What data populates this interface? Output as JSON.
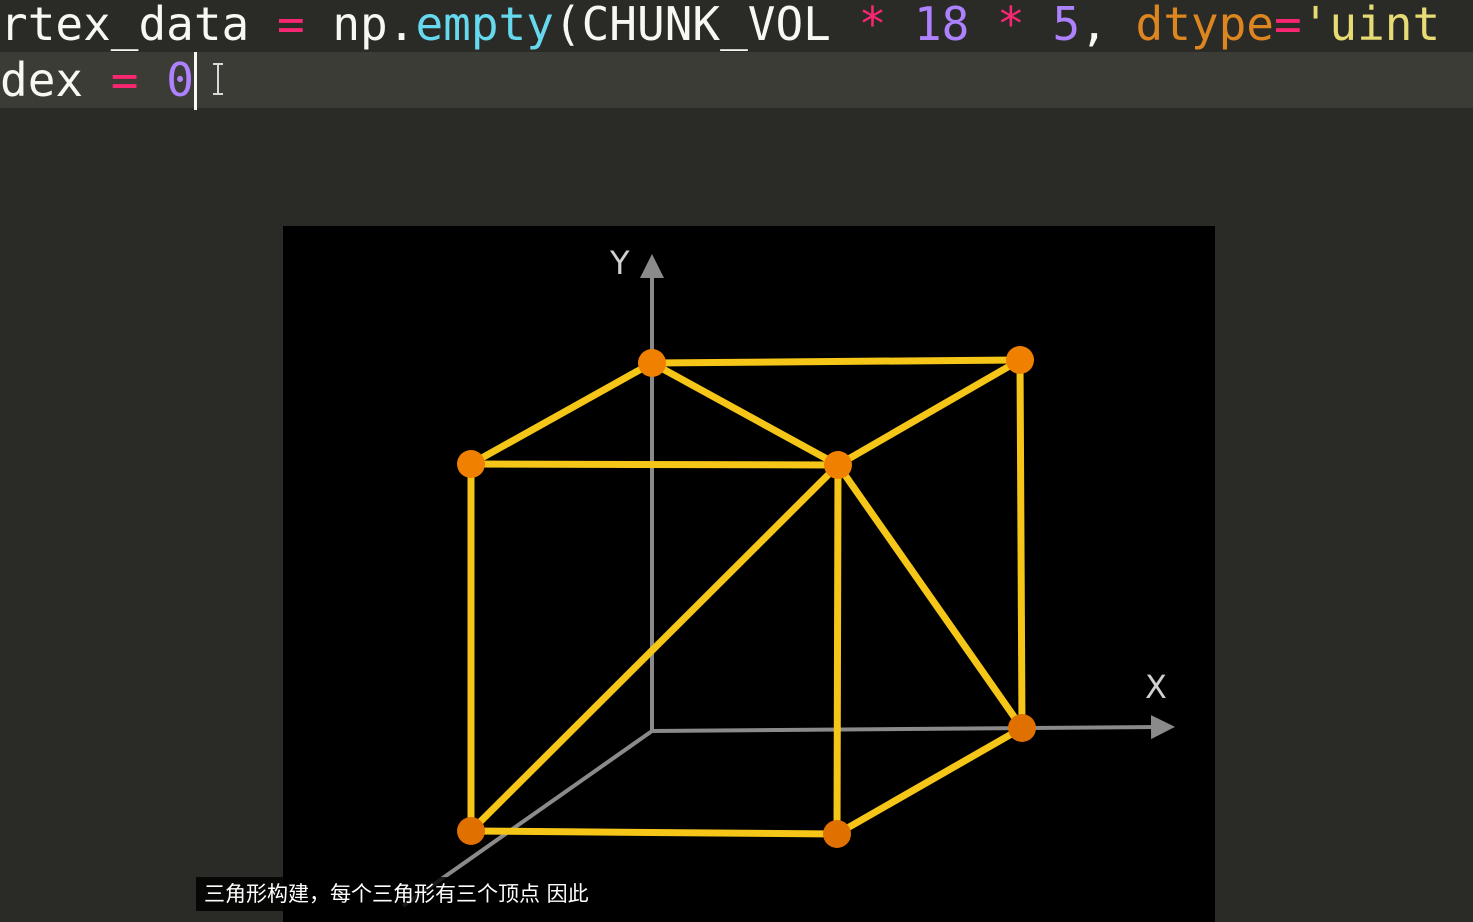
{
  "editor": {
    "line1": {
      "t1": "rtex_data",
      "t2": " = ",
      "t3": "np.",
      "t4": "empty",
      "t5": "(CHUNK_VOL ",
      "t6": "*",
      "t7": " 18 ",
      "t8": "*",
      "t9": " 5",
      "t10": ", ",
      "t11": "dtype",
      "t12": "=",
      "t13": "'uint"
    },
    "line2": {
      "t1": "dex",
      "t2": " = ",
      "t3": "0"
    }
  },
  "figure": {
    "y_axis_label": "Y",
    "x_axis_label": "X"
  },
  "subtitle": {
    "text": "三角形构建，每个三角形有三个顶点 因此"
  },
  "colors": {
    "background": "#2a2a26",
    "current_line": "#3c3c36",
    "edge": "#f5c518",
    "vertex": "#f08000",
    "axis": "#8a8a8a"
  },
  "icons": {
    "text_cursor": "ibeam-cursor-icon"
  }
}
